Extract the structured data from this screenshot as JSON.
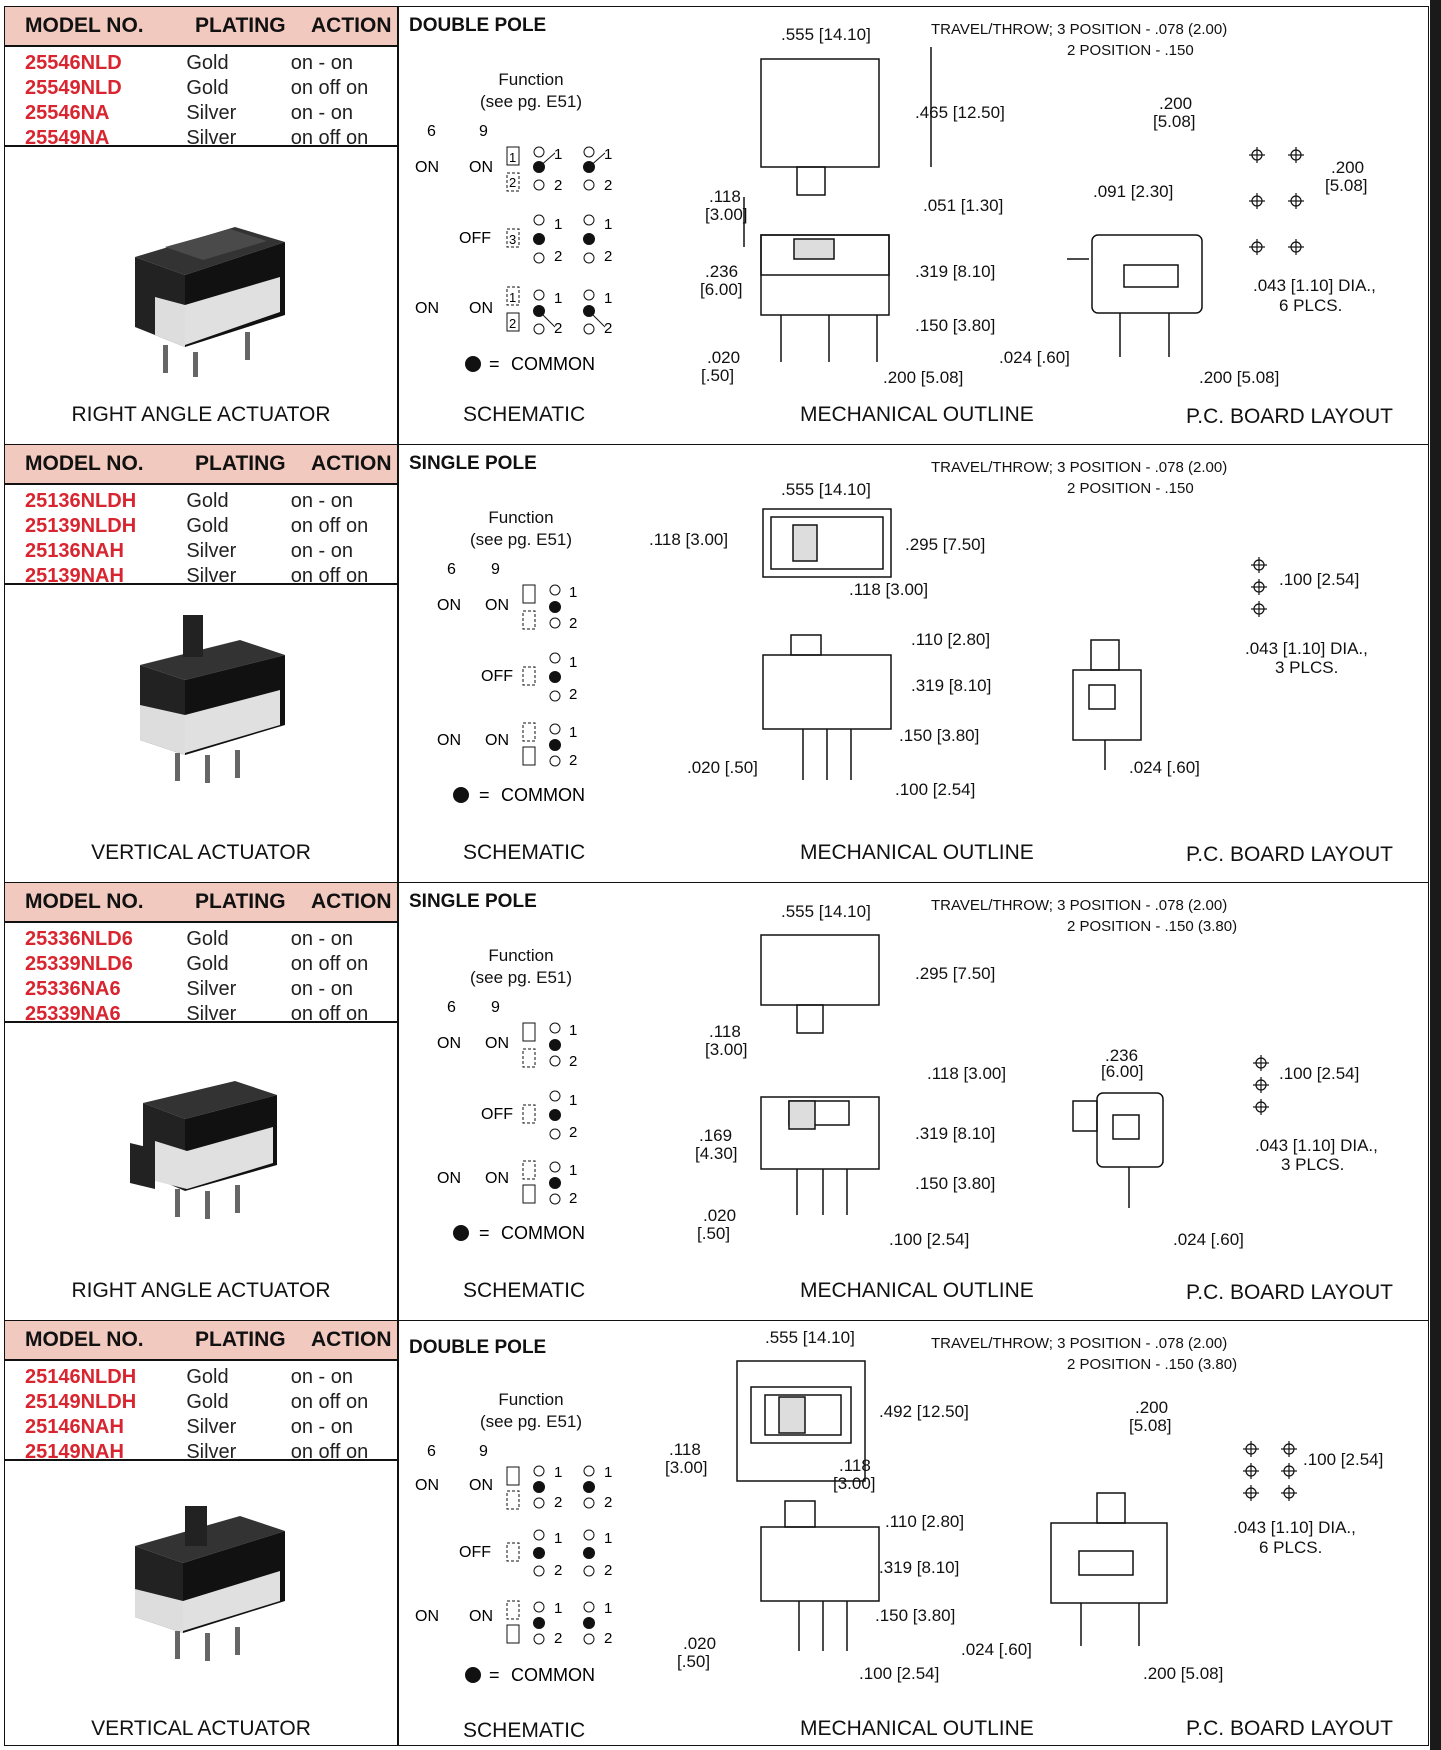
{
  "headers": {
    "model": "MODEL NO.",
    "plating": "PLATING",
    "action": "ACTION"
  },
  "schematic_label": "SCHEMATIC",
  "mechanical_label": "MECHANICAL OUTLINE",
  "pcb_label": "P.C. BOARD LAYOUT",
  "function_line1": "Function",
  "function_line2": "(see pg. E51)",
  "common_label": "COMMON",
  "pos_6": "6",
  "pos_9": "9",
  "sections": [
    {
      "pole": "DOUBLE POLE",
      "travel1": "TRAVEL/THROW; 3 POSITION - .078 (2.00)",
      "travel2": "2 POSITION - .150",
      "caption": "RIGHT ANGLE ACTUATOR",
      "models": [
        {
          "no": "25546NLD",
          "plating": "Gold",
          "action": "on  -  on"
        },
        {
          "no": "25549NLD",
          "plating": "Gold",
          "action": "on off on"
        },
        {
          "no": "25546NA",
          "plating": "Silver",
          "action": "on  -  on"
        },
        {
          "no": "25549NA",
          "plating": "Silver",
          "action": "on off on"
        }
      ],
      "dims": {
        "d1": ".555  [14.10]",
        "d2": ".465  [12.50]",
        "d3": ".118",
        "d3b": "[3.00]",
        "d4": ".236",
        "d4b": "[6.00]",
        "d5": ".319  [8.10]",
        "d6": ".150  [3.80]",
        "d7": ".020",
        "d7b": "[.50]",
        "d8": ".200  [5.08]",
        "d9": ".051  [1.30]",
        "d10": ".091  [2.30]",
        "d11": ".024  [.60]",
        "d12": ".200  [5.08]",
        "p1": ".200",
        "p1b": "[5.08]",
        "p2": ".200",
        "p2b": "[5.08]",
        "p3": ".043  [1.10]  DIA.,",
        "p3b": "6  PLCS."
      }
    },
    {
      "pole": "SINGLE POLE",
      "travel1": "TRAVEL/THROW; 3 POSITION - .078 (2.00)",
      "travel2": "2 POSITION - .150",
      "caption": "VERTICAL ACTUATOR",
      "models": [
        {
          "no": "25136NLDH",
          "plating": "Gold",
          "action": "on  -  on"
        },
        {
          "no": "25139NLDH",
          "plating": "Gold",
          "action": "on off on"
        },
        {
          "no": "25136NAH",
          "plating": "Silver",
          "action": "on  -  on"
        },
        {
          "no": "25139NAH",
          "plating": "Silver",
          "action": "on off on"
        }
      ],
      "dims": {
        "d1": ".555  [14.10]",
        "d2": ".295  [7.50]",
        "d3": ".118  [3.00]",
        "d4": ".118  [3.00]",
        "d5": ".110  [2.80]",
        "d6": ".319  [8.10]",
        "d7": ".150  [3.80]",
        "d8": ".020  [.50]",
        "d9": ".100  [2.54]",
        "p1": ".100  [2.54]",
        "p3": ".043  [1.10]  DIA.,",
        "p3b": "3  PLCS.",
        "p4": ".024  [.60]"
      }
    },
    {
      "pole": "SINGLE  POLE",
      "travel1": "TRAVEL/THROW; 3 POSITION - .078 (2.00)",
      "travel2": "2 POSITION - .150 (3.80)",
      "caption": "RIGHT ANGLE ACTUATOR",
      "models": [
        {
          "no": "25336NLD6",
          "plating": "Gold",
          "action": "on  -  on"
        },
        {
          "no": "25339NLD6",
          "plating": "Gold",
          "action": "on off on"
        },
        {
          "no": "25336NA6",
          "plating": "Silver",
          "action": "on  -  on"
        },
        {
          "no": "25339NA6",
          "plating": "Silver",
          "action": "on off on"
        }
      ],
      "dims": {
        "d1": ".555  [14.10]",
        "d2": ".295  [7.50]",
        "d3": ".118",
        "d3b": "[3.00]",
        "d4": ".118  [3.00]",
        "d5": ".236",
        "d5b": "[6.00]",
        "d6": ".169",
        "d6b": "[4.30]",
        "d7": ".319  [8.10]",
        "d8": ".150  [3.80]",
        "d9": ".020",
        "d9b": "[.50]",
        "d10": ".100  [2.54]",
        "p1": ".100  [2.54]",
        "p3": ".043  [1.10]  DIA.,",
        "p3b": "3  PLCS.",
        "p4": ".024  [.60]"
      }
    },
    {
      "pole": "DOUBLE POLE",
      "travel1": "TRAVEL/THROW; 3 POSITION - .078 (2.00)",
      "travel2": "2 POSITION - .150 (3.80)",
      "caption": "VERTICAL ACTUATOR",
      "models": [
        {
          "no": "25146NLDH",
          "plating": "Gold",
          "action": "on  -  on"
        },
        {
          "no": "25149NLDH",
          "plating": "Gold",
          "action": "on off on"
        },
        {
          "no": "25146NAH",
          "plating": "Silver",
          "action": "on  -  on"
        },
        {
          "no": "25149NAH",
          "plating": "Silver",
          "action": "on off on"
        }
      ],
      "dims": {
        "d1": ".555  [14.10]",
        "d2": ".492  [12.50]",
        "d3": ".118",
        "d3b": "[3.00]",
        "d4": ".118",
        "d4b": "[3.00]",
        "d5": ".110  [2.80]",
        "d6": ".319  [8.10]",
        "d7": ".150  [3.80]",
        "d8": ".020",
        "d8b": "[.50]",
        "d9": ".100  [2.54]",
        "d10": ".024  [.60]",
        "d11": ".200  [5.08]",
        "p1": ".200",
        "p1b": "[5.08]",
        "p2": ".100  [2.54]",
        "p3": ".043  [1.10]  DIA.,",
        "p3b": "6  PLCS."
      }
    }
  ]
}
